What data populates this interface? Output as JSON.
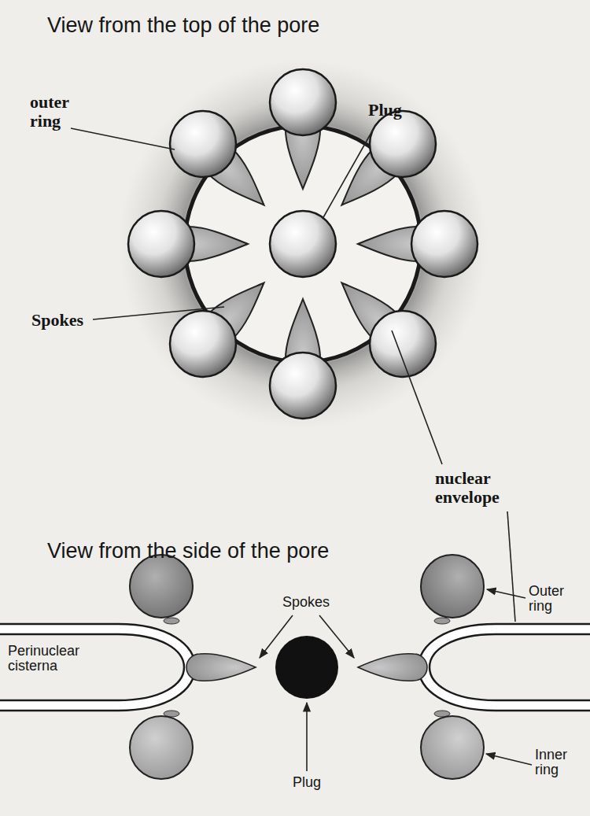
{
  "diagram": {
    "labels": [
      "View from the top of the pore",
      "outer ring",
      "Plug",
      "Spokes",
      "nuclear envelope",
      "View from the side of the pore",
      "Spokes",
      "Outer ring",
      "Perinuclear cisterna",
      "Plug",
      "Inner ring"
    ]
  }
}
